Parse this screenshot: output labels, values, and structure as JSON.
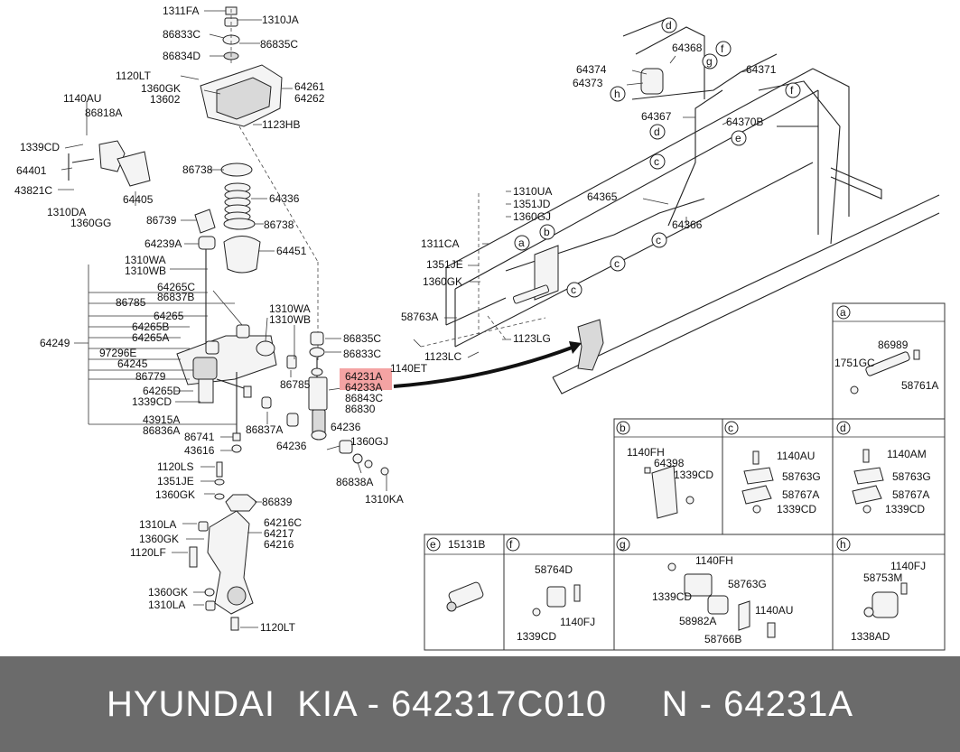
{
  "labels": {
    "l1311FA": "1311FA",
    "l1310JA": "1310JA",
    "l86833C_a": "86833C",
    "l86835C_a": "86835C",
    "l86834D": "86834D",
    "l1120LT_a": "1120LT",
    "l1360GK_a": "1360GK",
    "l13602": "13602",
    "l64261": "64261",
    "l64262": "64262",
    "l1123HB": "1123HB",
    "l1140AU_a": "1140AU",
    "l86818A": "86818A",
    "l1339CD_a": "1339CD",
    "l64401": "64401",
    "l43821C": "43821C",
    "l64405": "64405",
    "l1310DA": "1310DA",
    "l1360GG": "1360GG",
    "l86738_a": "86738",
    "l64336": "64336",
    "l86739": "86739",
    "l86738_b": "86738",
    "l64239A": "64239A",
    "l64451": "64451",
    "l1310WA_a": "1310WA",
    "l1310WB_a": "1310WB",
    "l64265C": "64265C",
    "l86837B": "86837B",
    "l86785_a": "86785",
    "l64265": "64265",
    "l64265B": "64265B",
    "l64265A": "64265A",
    "l64249": "64249",
    "l97296E": "97296E",
    "l64245": "64245",
    "l86779": "86779",
    "l64265D": "64265D",
    "l1339CD_b": "1339CD",
    "l43915A": "43915A",
    "l86836A": "86836A",
    "l1310WA_b": "1310WA",
    "l1310WB_b": "1310WB",
    "l86785_b": "86785",
    "l86835C_b": "86835C",
    "l86833C_b": "86833C",
    "l64231A": "64231A",
    "l64233A": "64233A",
    "l86843C": "86843C",
    "l86830": "86830",
    "l86741": "86741",
    "l43616": "43616",
    "l86837A": "86837A",
    "l64236_a": "64236",
    "l64236_b": "64236",
    "l1360GJ_a": "1360GJ",
    "l86838A": "86838A",
    "l1310KA": "1310KA",
    "l1120LS": "1120LS",
    "l1351JE_a": "1351JE",
    "l1360GK_b": "1360GK",
    "l86839": "86839",
    "l1310LA_a": "1310LA",
    "l1360GK_c": "1360GK",
    "l1120LF": "1120LF",
    "l64216C": "64216C",
    "l64217": "64217",
    "l64216": "64216",
    "l1360GK_d": "1360GK",
    "l1310LA_b": "1310LA",
    "l1120LT_b": "1120LT",
    "l1310UA": "1310UA",
    "l1351JD": "1351JD",
    "l1360GJ_b": "1360GJ",
    "l1311CA": "1311CA",
    "l1351JE_b": "1351JE",
    "l1360GK_e": "1360GK",
    "l58763A": "58763A",
    "l1123LC": "1123LC",
    "l1140ET": "1140ET",
    "l1123LG": "1123LG",
    "l64374": "64374",
    "l64373": "64373",
    "l64368": "64368",
    "l64371": "64371",
    "l64367": "64367",
    "l64370B": "64370B",
    "l64365": "64365",
    "l64366": "64366",
    "ca": "a",
    "cb": "b",
    "cc": "c",
    "cd": "d",
    "ce": "e",
    "cf": "f",
    "cg": "g",
    "ch": "h",
    "ba_1751GC": "1751GC",
    "ba_86989": "86989",
    "ba_58761A": "58761A",
    "bb_1140FH": "1140FH",
    "bb_64398": "64398",
    "bb_1339CD": "1339CD",
    "bc_1140AU": "1140AU",
    "bc_58763G": "58763G",
    "bc_58767A": "58767A",
    "bc_1339CD": "1339CD",
    "bd_1140AM": "1140AM",
    "bd_58763G": "58763G",
    "bd_58767A": "58767A",
    "bd_1339CD": "1339CD",
    "be_15131B": "15131B",
    "bf_58764D": "58764D",
    "bf_1140FJ": "1140FJ",
    "bf_1339CD": "1339CD",
    "bg_1140FH": "1140FH",
    "bg_1339CD": "1339CD",
    "bg_58763G": "58763G",
    "bg_58982A": "58982A",
    "bg_1140AU": "1140AU",
    "bg_58766B": "58766B",
    "bh_1140FJ": "1140FJ",
    "bh_58753M": "58753M",
    "bh_1338AD": "1338AD"
  },
  "footer": {
    "text": "HYUNDAI  KIA - 642317C010     N - 64231A"
  },
  "colors": {
    "highlight": "#f4a3a3",
    "footer_bg": "#6b6b6b"
  }
}
